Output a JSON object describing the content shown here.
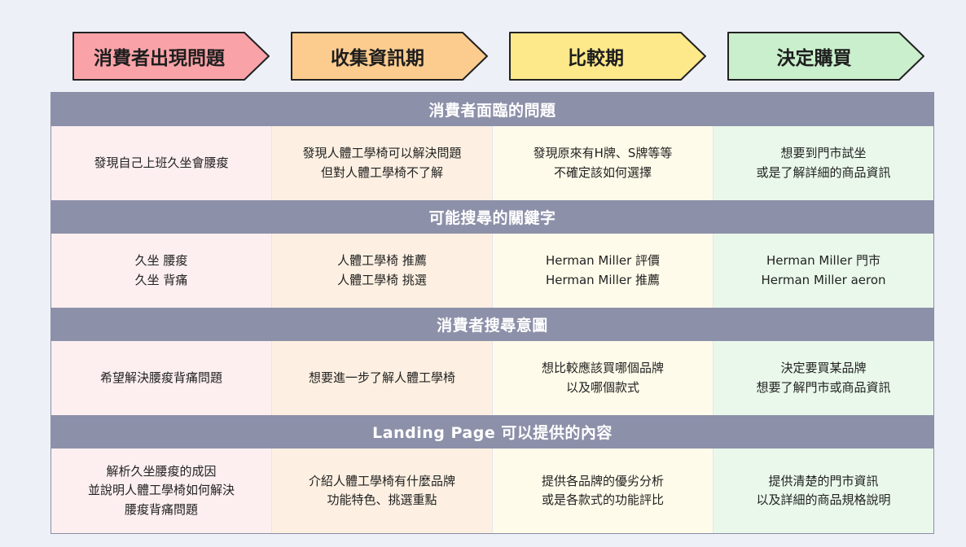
{
  "colors": {
    "stage1": "#f9a3a8",
    "stage2": "#fccc8f",
    "stage3": "#fde98a",
    "stage4": "#c9efcc",
    "header": "#8d90a9"
  },
  "stages": [
    {
      "label": "消費者出現問題"
    },
    {
      "label": "收集資訊期"
    },
    {
      "label": "比較期"
    },
    {
      "label": "決定購買"
    }
  ],
  "sections": [
    {
      "title": "消費者面臨的問題",
      "cells": [
        "發現自己上班久坐會腰痠",
        "發現人體工學椅可以解決問題\n但對人體工學椅不了解",
        "發現原來有H牌、S牌等等\n不確定該如何選擇",
        "想要到門市試坐\n或是了解詳細的商品資訊"
      ]
    },
    {
      "title": "可能搜尋的關鍵字",
      "cells": [
        "久坐 腰痠\n久坐 背痛",
        "人體工學椅 推薦\n人體工學椅 挑選",
        "Herman Miller 評價\nHerman Miller 推薦",
        "Herman Miller 門市\nHerman Miller aeron"
      ]
    },
    {
      "title": "消費者搜尋意圖",
      "cells": [
        "希望解決腰痠背痛問題",
        "想要進一步了解人體工學椅",
        "想比較應該買哪個品牌\n以及哪個款式",
        "決定要買某品牌\n想要了解門市或商品資訊"
      ]
    },
    {
      "title": "Landing Page 可以提供的內容",
      "cells": [
        "解析久坐腰痠的成因\n並說明人體工學椅如何解決\n腰痠背痛問題",
        "介紹人體工學椅有什麼品牌\n功能特色、挑選重點",
        "提供各品牌的優劣分析\n或是各款式的功能評比",
        "提供清楚的門市資訊\n以及詳細的商品規格說明"
      ]
    }
  ]
}
